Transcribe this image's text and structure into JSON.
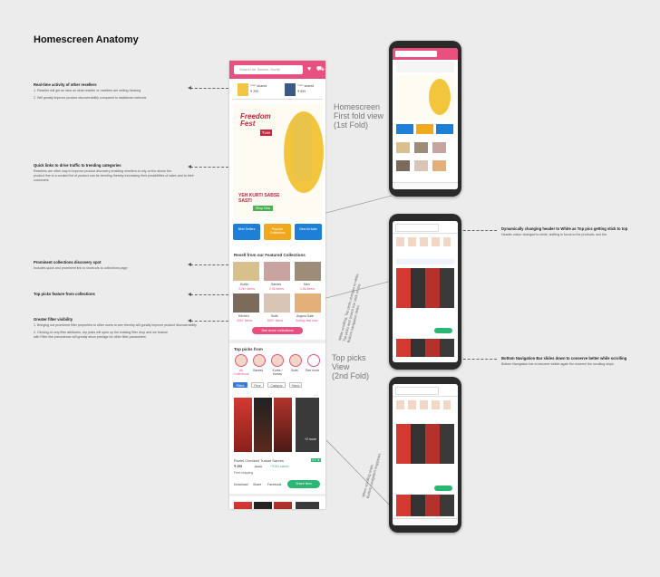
{
  "title": "Homescreen Anatomy",
  "annotations": [
    {
      "heading": "Real-time activity of other resellers",
      "lines": [
        "1. Reseller will get an idea on what reseller or resellers are selling /sharing",
        "2. Will greatly improve product discoverability compared to traditional methods"
      ]
    },
    {
      "heading": "Quick links to drive traffic to trending categories",
      "lines": [
        "Resellers are often way to improve product discovery enabling resellers to rely on the above the",
        "product line to a curated list of product can be trending thereby increasing their possibilities of sales and to their customers"
      ]
    },
    {
      "heading": "Prominent collections discovery spot",
      "lines": [
        "Includes quick and prominent link to shortcuts to collections page"
      ]
    },
    {
      "heading": "Top picks feature from collections",
      "lines": []
    },
    {
      "heading": "Greater filter visibility",
      "lines": [
        "1. Bringing out prominent filter properties to other users to see thereby will greatly improve product discoverability",
        "2. Clicking on any filter attributes, top picks will open up the existing filter drop and we feature",
        "with Filter like precedence will greatly show prestige for other filter parameters"
      ]
    },
    {
      "heading": "Dynamically changing header to White as Top pics getting stick to top",
      "lines": [
        "Header colour changed to white, shifting in focus to the products, and the"
      ]
    },
    {
      "heading": "Bottom Navigation Bar slides down to conserve better while scrolling",
      "lines": [
        "Bottom Navigation bar to become visible again the moment the scrolling stops"
      ]
    }
  ],
  "labels": {
    "first_fold": "Homescreen\nFirst fold view\n(1st Fold)",
    "second_fold": "Top picks\nView\n(2nd Fold)",
    "scroll_note_1": "While scrolling, Top picks changes to white,\nTop picks and search bar stick on the\nBottom navigation hides",
    "scroll_note_2": "When scrolling stops\nBottom navigation reappears"
  },
  "app": {
    "search_placeholder": "Search for Sarees, Kurtis",
    "activity_items": [
      {
        "price": "₹ 299",
        "text": "\"***\" shared"
      },
      {
        "price": "₹ 599",
        "text": "\"***\" shared"
      }
    ],
    "banner": {
      "headline": "Freedom Fest",
      "price": "₹499",
      "tagline": "YEH KURTI SABSE SASTI",
      "cta": "Shop Now"
    },
    "quick_links": [
      {
        "label": "Best Sellers",
        "color": "#1e7fd9"
      },
      {
        "label": "Popular Collections",
        "color": "#f0a81c"
      },
      {
        "label": "New Arrivals",
        "color": "#1e7fd9"
      }
    ],
    "collections_title": "Resell from our Featured Collections",
    "collections": [
      {
        "name": "Kurtis",
        "sub": "3.2k+ items"
      },
      {
        "name": "Sarees",
        "sub": "2.9k items"
      },
      {
        "name": "Men",
        "sub": "1.5k items"
      },
      {
        "name": "Kitchen",
        "sub": "400+ items"
      },
      {
        "name": "Suits",
        "sub": "800+ items"
      },
      {
        "name": "August Sale",
        "sub": "Selling fast now"
      }
    ],
    "view_collections_btn": "See more collections",
    "top_picks_title": "Top picks from",
    "top_picks": [
      "All Collections",
      "Sarees",
      "Kurtis / Kurtas",
      "Suits",
      "See more"
    ],
    "filters": [
      "Filters",
      "Price",
      "Category",
      "Fabric"
    ],
    "product": {
      "name": "Rozini Checked Tussar Sarees",
      "price": "₹ 299",
      "mrp": "₹450",
      "save": "+₹151 saved",
      "shipping": "Free shipping",
      "rating": "4.1 ★",
      "actions": [
        "Download",
        "Share",
        "Facebook"
      ],
      "whatsapp": "Share Now",
      "more_badge": "+2 more"
    }
  },
  "colors": {
    "accent": "#e8517f",
    "green": "#2bb673",
    "blue": "#1e7fd9"
  }
}
